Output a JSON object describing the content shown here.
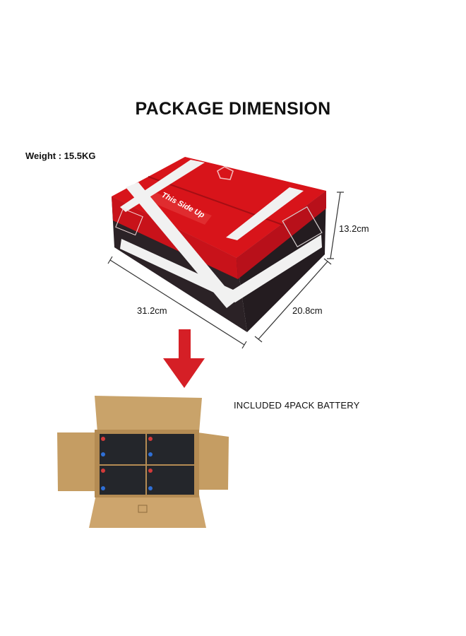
{
  "title": "PACKAGE DIMENSION",
  "weight_label": "Weight : 15.5KG",
  "dimensions": {
    "height": "13.2cm",
    "length": "31.2cm",
    "width": "20.8cm"
  },
  "box_print": {
    "side_text": "This Side Up"
  },
  "included_text": "INCLUDED 4PACK BATTERY",
  "colors": {
    "box_red": "#d8141a",
    "box_dark": "#2a2024",
    "arrow_red": "#d51f26",
    "cardboard": "#c9a36a"
  }
}
